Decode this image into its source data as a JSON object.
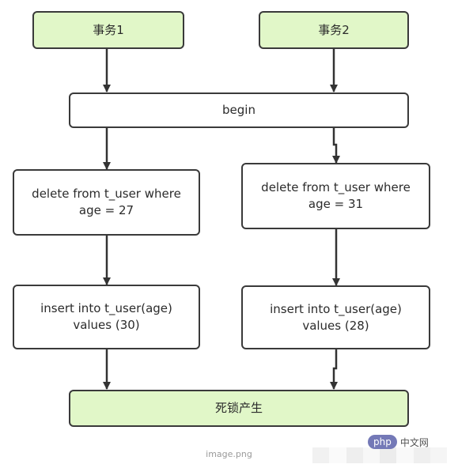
{
  "diagram": {
    "tx1": "事务1",
    "tx2": "事务2",
    "begin": "begin",
    "left_step1": [
      "delete from t_user where",
      "age = 27"
    ],
    "right_step1": [
      "delete from t_user where",
      "age = 31"
    ],
    "left_step2": [
      "insert into t_user(age)",
      "values (30)"
    ],
    "right_step2": [
      "insert into t_user(age)",
      "values (28)"
    ],
    "result": "死锁产生"
  },
  "caption": "image.png",
  "watermark": {
    "logo": "php",
    "text": "中文网"
  },
  "colors": {
    "box_fill_green": "#e1f7c8",
    "box_border": "#3a3a3a",
    "arrow": "#333333"
  }
}
